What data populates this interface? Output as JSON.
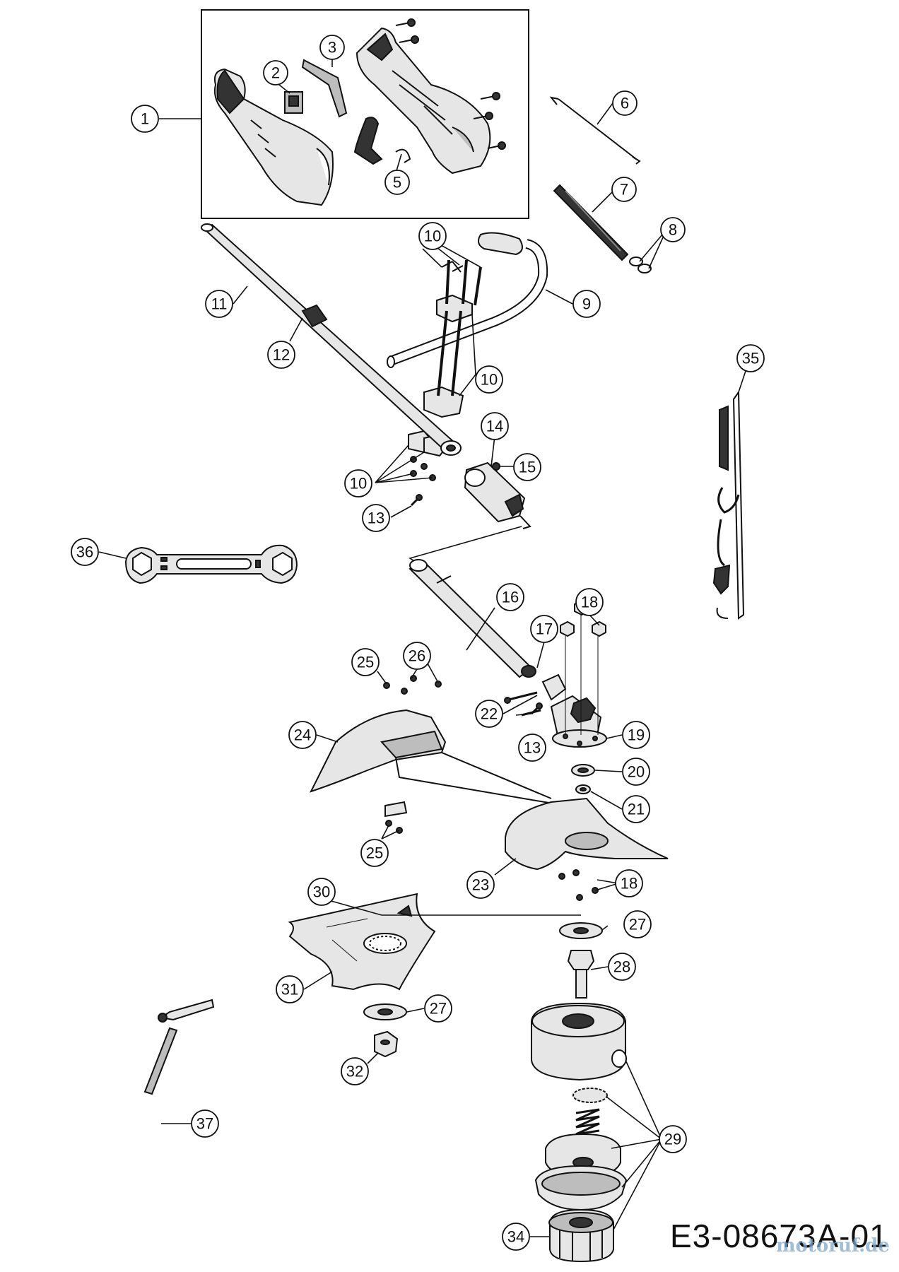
{
  "drawing_code": "E3-08673A-01",
  "watermark": "motoruf.de",
  "callouts": {
    "c1": "1",
    "c2": "2",
    "c3": "3",
    "c5": "5",
    "c6": "6",
    "c7": "7",
    "c8": "8",
    "c9": "9",
    "c10a": "10",
    "c10b": "10",
    "c10c": "10",
    "c11": "11",
    "c12": "12",
    "c13a": "13",
    "c13b": "13",
    "c14": "14",
    "c15": "15",
    "c16": "16",
    "c17": "17",
    "c18a": "18",
    "c18b": "18",
    "c19": "19",
    "c20": "20",
    "c21": "21",
    "c22": "22",
    "c23": "23",
    "c24": "24",
    "c25a": "25",
    "c25b": "25",
    "c26": "26",
    "c27a": "27",
    "c27b": "27",
    "c28": "28",
    "c29": "29",
    "c30": "30",
    "c31": "31",
    "c32": "32",
    "c34": "34",
    "c35": "35",
    "c36": "36",
    "c37": "37"
  }
}
